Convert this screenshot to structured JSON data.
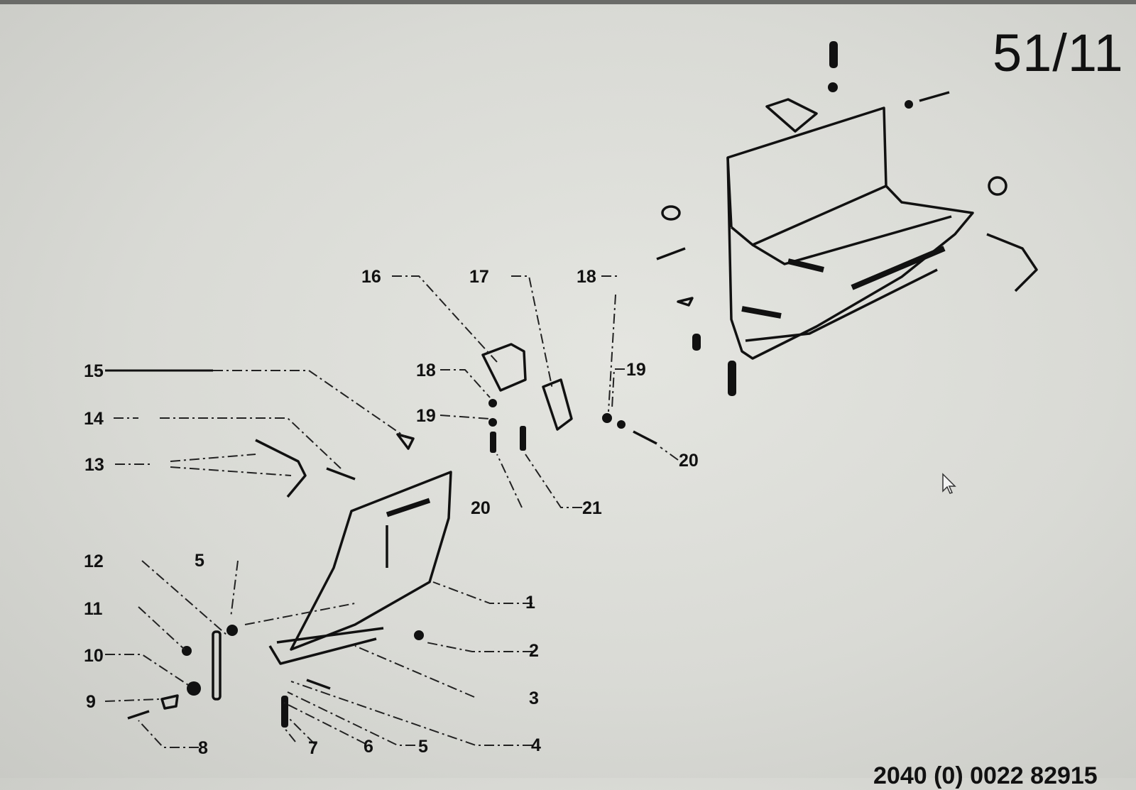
{
  "page_number": "51/11",
  "footer_text": "2040 (0) 0022 82915",
  "callouts": [
    "1",
    "2",
    "3",
    "4",
    "5",
    "5",
    "6",
    "7",
    "8",
    "9",
    "10",
    "11",
    "12",
    "13",
    "14",
    "15",
    "16",
    "17",
    "18",
    "18",
    "19",
    "19",
    "20",
    "20",
    "21"
  ]
}
